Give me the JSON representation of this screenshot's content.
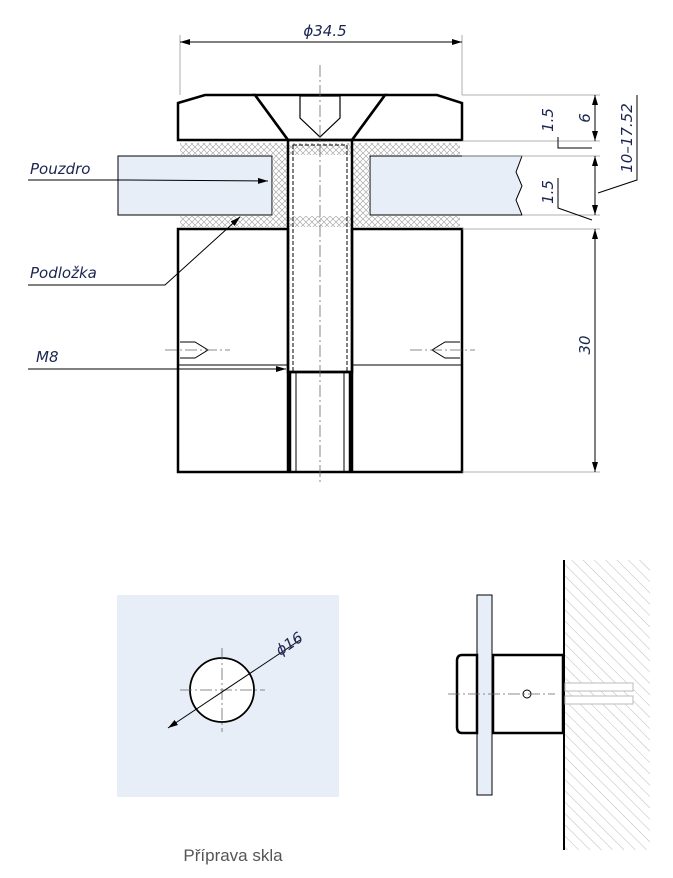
{
  "section_view": {
    "dimensions": {
      "diameter_cap": "ϕ34.5",
      "cap_height": "6",
      "pad_upper": "1.5",
      "pad_lower": "1.5",
      "glass_range": "10–17.52",
      "base_height": "30"
    },
    "labels": {
      "bushing": "Pouzdro",
      "washer": "Podložka",
      "thread": "M8"
    }
  },
  "glass_prep": {
    "hole_diameter": "ϕ16",
    "caption": "Příprava skla"
  },
  "colors": {
    "glass": "#e8eef8",
    "text": "#1b2550"
  }
}
